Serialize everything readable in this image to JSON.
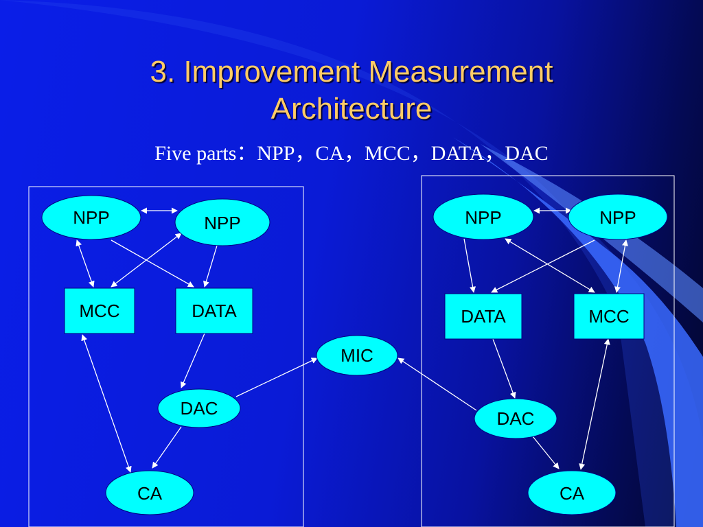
{
  "slide": {
    "title_line1": "3. Improvement Measurement",
    "title_line2": "Architecture",
    "subtitle": "Five parts：NPP，CA，MCC，DATA，DAC"
  },
  "colors": {
    "node_fill": "#00ffff",
    "title": "#ffcc66",
    "line": "#ffffff"
  },
  "diagram": {
    "left": {
      "npp_a": "NPP",
      "npp_b": "NPP",
      "mcc": "MCC",
      "data": "DATA",
      "dac": "DAC",
      "ca": "CA"
    },
    "center": {
      "mic": "MIC"
    },
    "right": {
      "npp_a": "NPP",
      "npp_b": "NPP",
      "data": "DATA",
      "mcc": "MCC",
      "dac": "DAC",
      "ca": "CA"
    }
  }
}
